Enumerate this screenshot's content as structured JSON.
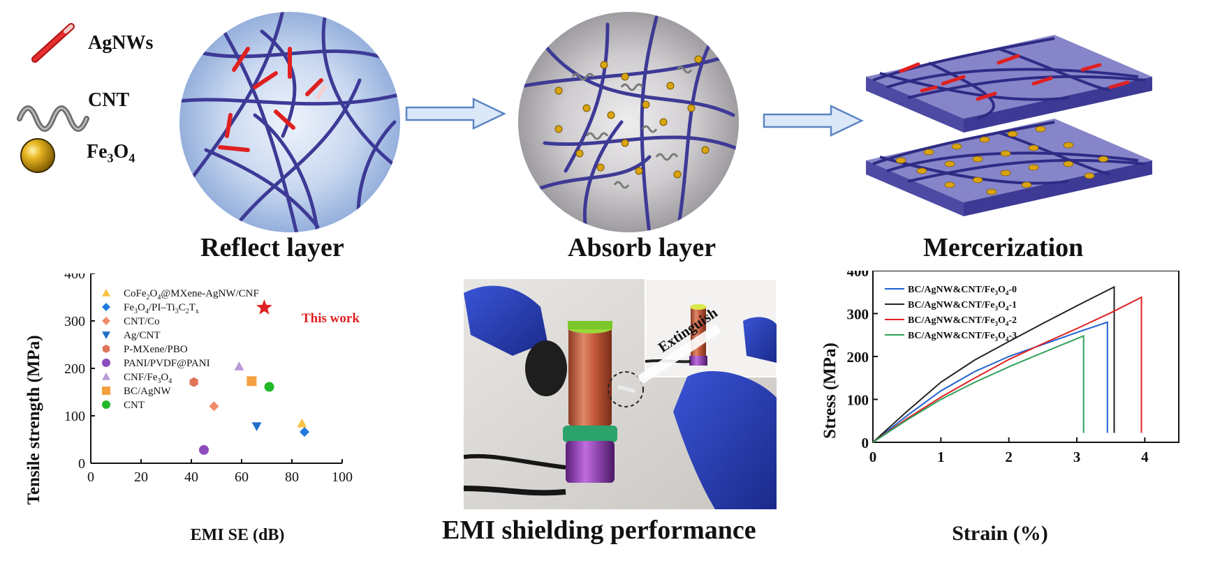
{
  "legend": {
    "agnw": "AgNWs",
    "cnt": "CNT",
    "fe3o4_base": "Fe",
    "fe3o4_sub1": "3",
    "fe3o4_mid": "O",
    "fe3o4_sub2": "4"
  },
  "captions": {
    "reflect": "Reflect layer",
    "absorb": "Absorb layer",
    "mercerization": "Mercerization",
    "emi": "EMI shielding performance"
  },
  "photo": {
    "extinguish": "Extinguish"
  },
  "colors": {
    "fiber": "#3d3a96",
    "agnw": "#e02020",
    "fe3o4": "#d9a410",
    "arrow_fill": "#dbe8f7",
    "arrow_stroke": "#5b85c4",
    "sphere_blue": "#a9c1e6",
    "sphere_grey": "#b5b2b6"
  },
  "chart_data": [
    {
      "type": "scatter",
      "xlabel": "EMI SE (dB)",
      "ylabel": "Tensile strength (MPa)",
      "xlim": [
        0,
        100
      ],
      "ylim": [
        0,
        400
      ],
      "xticks": [
        "0",
        "20",
        "40",
        "60",
        "80",
        "100"
      ],
      "yticks": [
        "0",
        "100",
        "200",
        "300",
        "400"
      ],
      "annotation": "This work",
      "star": {
        "x": 69,
        "y": 328,
        "color": "#e02020"
      },
      "series": [
        {
          "name": "CoFe2O4@MXene-AgNW/CNF",
          "marker": "triangle-up",
          "color": "#f7c242",
          "x": 84,
          "y": 84
        },
        {
          "name": "Fe3O4/PI–Ti3C2Tx",
          "marker": "diamond",
          "color": "#1f7ae0",
          "x": 85,
          "y": 66
        },
        {
          "name": "CNT/Co",
          "marker": "diamond",
          "color": "#f28b6b",
          "x": 49,
          "y": 120
        },
        {
          "name": "Ag/CNT",
          "marker": "triangle-down",
          "color": "#1f6fc9",
          "x": 66,
          "y": 78
        },
        {
          "name": "P-MXene/PBO",
          "marker": "hexagon",
          "color": "#e0745a",
          "x": 41,
          "y": 171
        },
        {
          "name": "PANI/PVDF@PANI",
          "marker": "circle",
          "color": "#8e4bbd",
          "x": 45,
          "y": 28
        },
        {
          "name": "CNF/Fe3O4",
          "marker": "triangle-up",
          "color": "#b89ad6",
          "x": 59,
          "y": 204
        },
        {
          "name": "BC/AgNW",
          "marker": "square",
          "color": "#f5a040",
          "x": 64,
          "y": 173
        },
        {
          "name": "CNT",
          "marker": "circle",
          "color": "#22b82a",
          "x": 71,
          "y": 161
        }
      ],
      "legend_texts": {
        "s0": "CoFe",
        "s0a": "2",
        "s0b": "O",
        "s0c": "4",
        "s0d": "@MXene-AgNW/CNF",
        "s1": "Fe",
        "s1a": "3",
        "s1b": "O",
        "s1c": "4",
        "s1d": "/PI–Ti",
        "s1e": "3",
        "s1f": "C",
        "s1g": "2",
        "s1h": "T",
        "s1i": "x",
        "s2": "CNT/Co",
        "s3": "Ag/CNT",
        "s4": "P-MXene/PBO",
        "s5": "PANI/PVDF@PANI",
        "s6": "CNF/Fe",
        "s6a": "3",
        "s6b": "O",
        "s6c": "4",
        "s7": "BC/AgNW",
        "s8": "CNT"
      }
    },
    {
      "type": "line",
      "xlabel": "Strain (%)",
      "ylabel": "Stress (MPa)",
      "xlim": [
        0,
        4.5
      ],
      "ylim": [
        0,
        400
      ],
      "xticks": [
        "0",
        "1",
        "2",
        "3",
        "4"
      ],
      "yticks": [
        "0",
        "100",
        "200",
        "300",
        "400"
      ],
      "series": [
        {
          "name": "BC/AgNW&CNT/Fe3O4-0",
          "color": "#1f5fd0",
          "x": [
            0,
            0.5,
            1.0,
            1.5,
            2.0,
            2.5,
            3.0,
            3.45
          ],
          "y": [
            0,
            62,
            120,
            165,
            200,
            228,
            256,
            280
          ],
          "break_x": 3.45,
          "end_y": 22
        },
        {
          "name": "BC/AgNW&CNT/Fe3O4-1",
          "color": "#222222",
          "x": [
            0,
            0.5,
            1.0,
            1.5,
            2.0,
            2.5,
            3.0,
            3.55
          ],
          "y": [
            0,
            72,
            140,
            192,
            235,
            277,
            318,
            362
          ],
          "break_x": 3.55,
          "end_y": 22
        },
        {
          "name": "BC/AgNW&CNT/Fe3O4-2",
          "color": "#e02020",
          "x": [
            0,
            0.5,
            1.0,
            1.5,
            2.0,
            2.5,
            3.0,
            3.5,
            3.95
          ],
          "y": [
            0,
            55,
            105,
            150,
            193,
            230,
            265,
            302,
            338
          ],
          "break_x": 3.95,
          "end_y": 22
        },
        {
          "name": "BC/AgNW&CNT/Fe3O4-3",
          "color": "#2fa05a",
          "x": [
            0,
            0.5,
            1.0,
            1.5,
            2.0,
            2.5,
            3.1
          ],
          "y": [
            0,
            52,
            100,
            140,
            176,
            209,
            248
          ],
          "break_x": 3.1,
          "end_y": 22
        }
      ],
      "legend_texts": {
        "l0": "BC/AgNW&CNT/Fe",
        "l0a": "3",
        "l0b": "O",
        "l0c": "4",
        "l0d": "-0",
        "l1": "BC/AgNW&CNT/Fe",
        "l1a": "3",
        "l1b": "O",
        "l1c": "4",
        "l1d": "-1",
        "l2": "BC/AgNW&CNT/Fe",
        "l2a": "3",
        "l2b": "O",
        "l2c": "4",
        "l2d": "-2",
        "l3": "BC/AgNW&CNT/Fe",
        "l3a": "3",
        "l3b": "O",
        "l3c": "4",
        "l3d": "-3"
      }
    }
  ]
}
